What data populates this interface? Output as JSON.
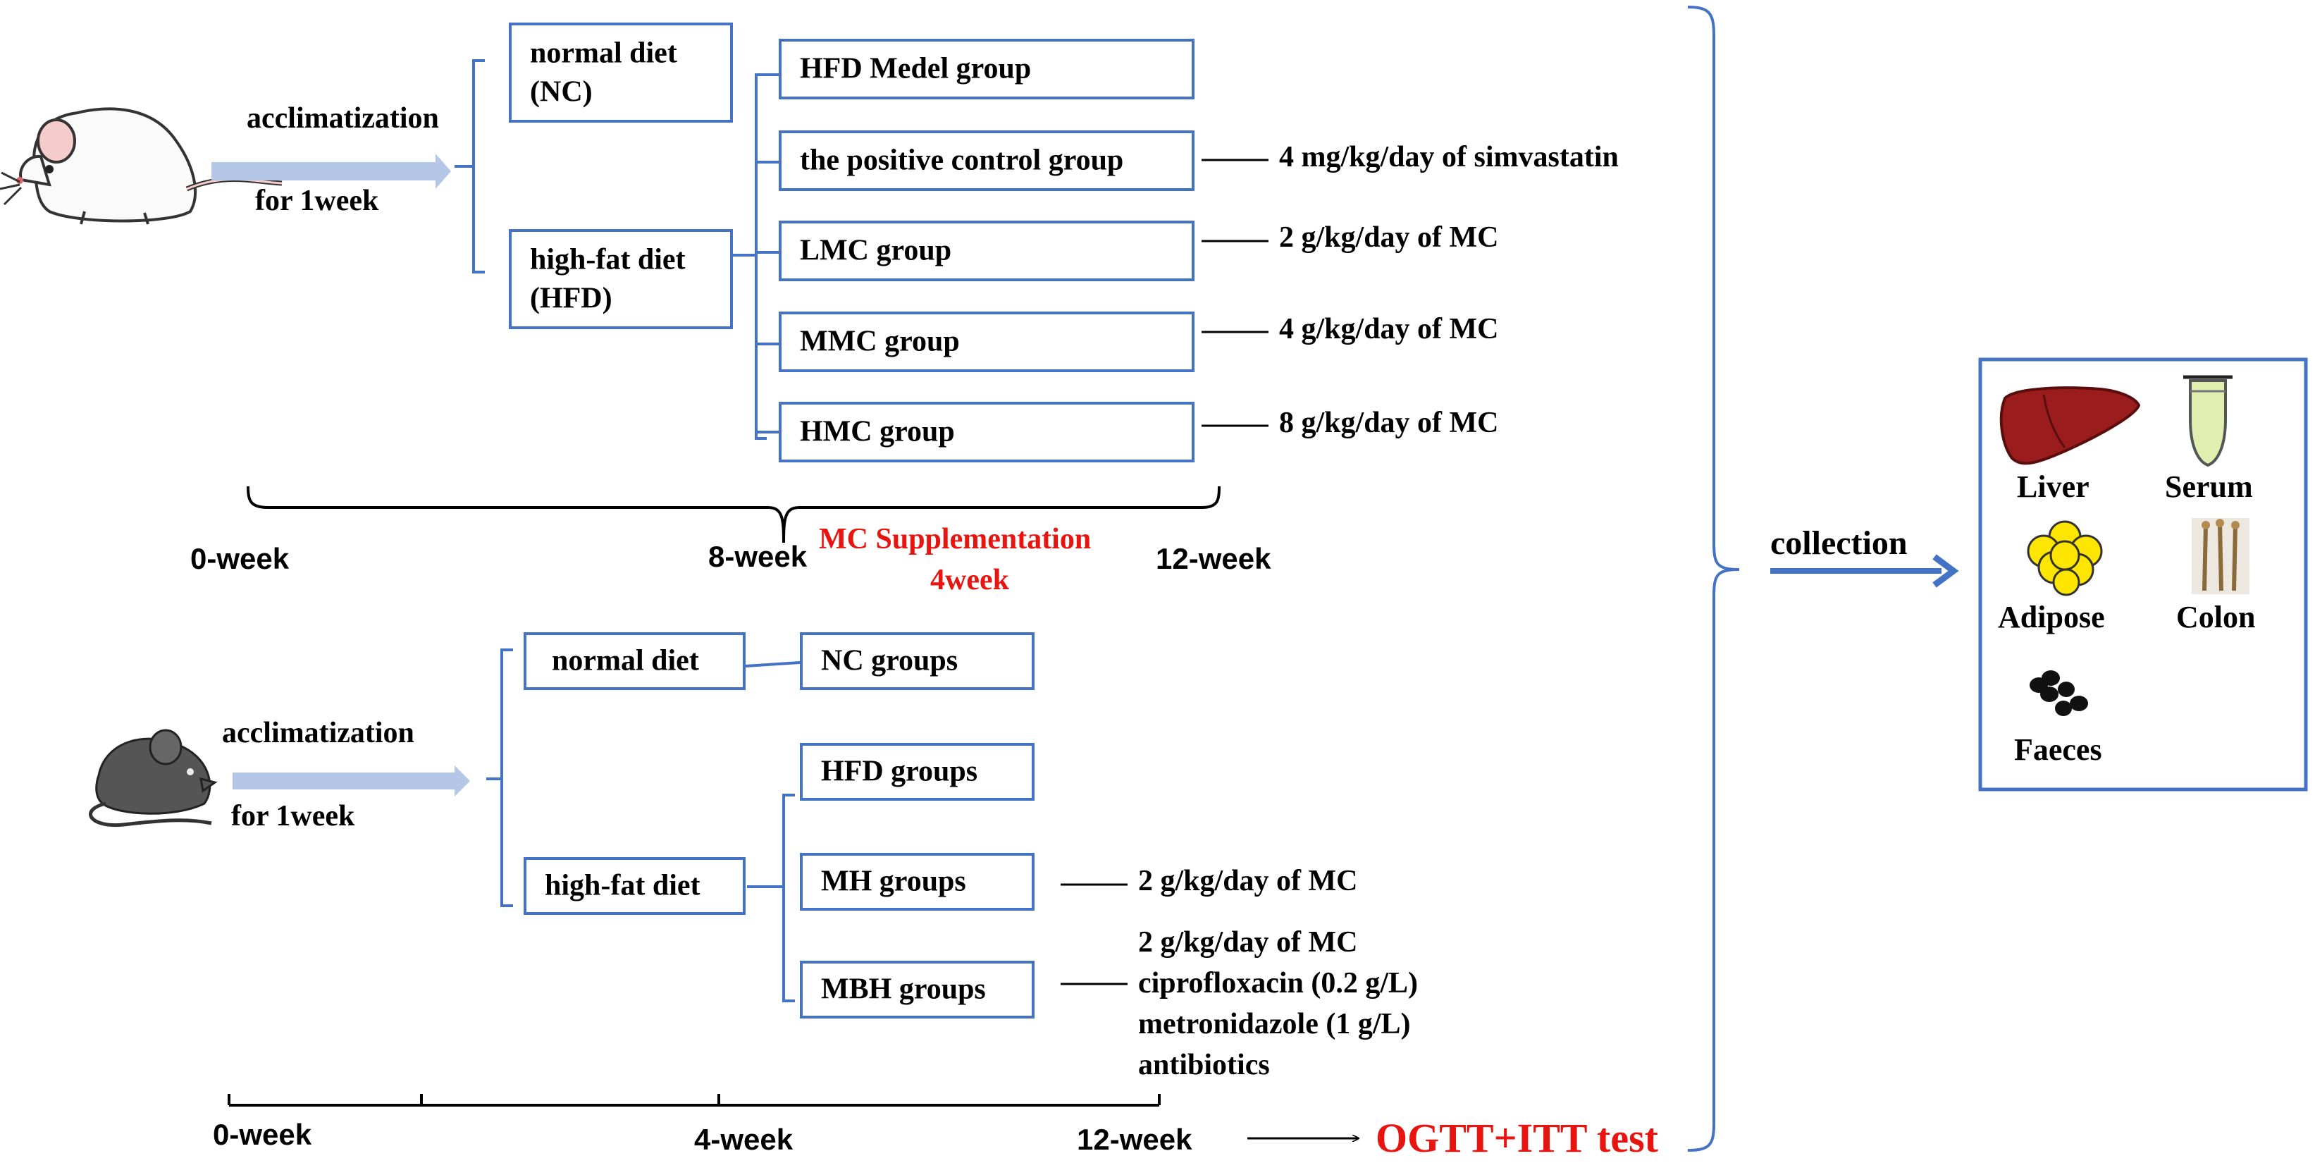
{
  "exp1": {
    "acclimatization": "acclimatization",
    "for_1week": "for 1week",
    "diet_normal": [
      "normal diet",
      "(NC)"
    ],
    "diet_hfd": [
      "high-fat diet",
      "(HFD)"
    ],
    "groups": [
      "HFD Medel group",
      "the positive control group",
      "LMC group",
      "MMC group",
      "HMC group"
    ],
    "treatments": [
      "4 mg/kg/day of simvastatin",
      "2 g/kg/day of MC",
      "4 g/kg/day of MC",
      "8 g/kg/day of MC"
    ],
    "timeline": {
      "week0": "0-week",
      "week8": "8-week",
      "week12": "12-week",
      "supplementation": [
        "MC Supplementation",
        "4week"
      ]
    }
  },
  "exp2": {
    "acclimatization": "acclimatization",
    "for_1week": "for 1week",
    "diet_normal": "normal diet",
    "diet_hfd": "high-fat diet",
    "groups": [
      "NC groups",
      "HFD groups",
      "MH groups",
      "MBH groups"
    ],
    "mh_treatment": "2 g/kg/day of MC",
    "mbh_treatment": [
      "2 g/kg/day of MC",
      "ciprofloxacin (0.2 g/L)",
      "metronidazole (1 g/L)",
      "antibiotics"
    ],
    "timeline": {
      "week0": "0-week",
      "week4": "4-week",
      "week12": "12-week"
    },
    "test": "OGTT+ITT test"
  },
  "collection": {
    "label": "collection",
    "samples": [
      "Liver",
      "Serum",
      "Adipose",
      "Colon",
      "Faeces"
    ]
  },
  "colors": {
    "box_border": "#4472c4",
    "arrow_light": "#b4c7e7",
    "arrow_blue": "#4472c4",
    "red_text": "#e8140f"
  }
}
